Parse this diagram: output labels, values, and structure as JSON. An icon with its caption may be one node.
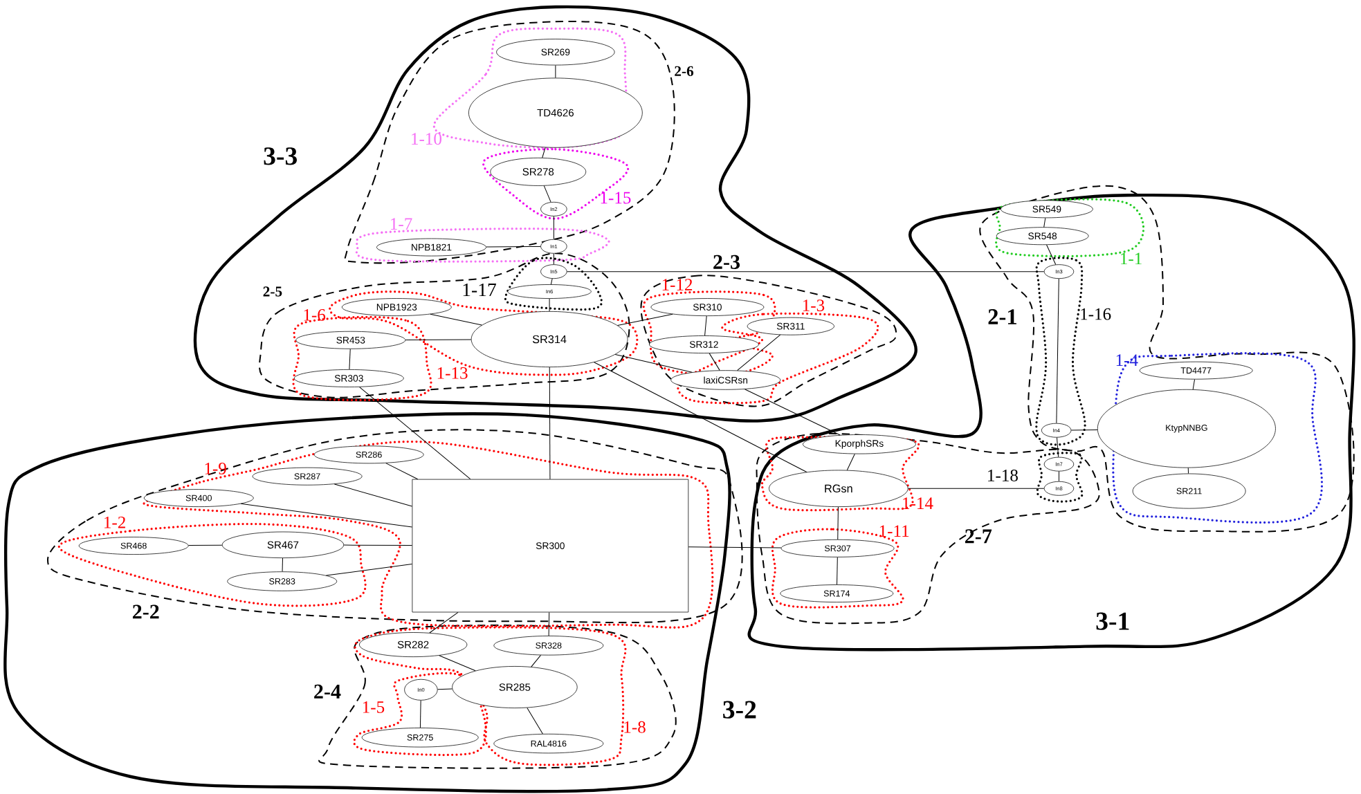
{
  "diagram": {
    "nodes": [
      {
        "text": [
          "SR269"
        ]
      },
      {
        "text": [
          "TD4626"
        ]
      },
      {
        "text": [
          "SR278"
        ]
      },
      {
        "text": [
          "In2"
        ]
      },
      {
        "text": [
          "SR549"
        ]
      },
      {
        "text": [
          "SR548"
        ]
      },
      {
        "text": [
          "In1"
        ]
      },
      {
        "text": [
          "NPB1821"
        ]
      },
      {
        "text": [
          "In5"
        ]
      },
      {
        "text": [
          "In3"
        ]
      },
      {
        "text": [
          "In6"
        ]
      },
      {
        "text": [
          "SR310"
        ]
      },
      {
        "text": [
          "NPB1923"
        ]
      },
      {
        "text": [
          "SR311"
        ]
      },
      {
        "text": [
          "SR314"
        ]
      },
      {
        "text": [
          "SR453"
        ]
      },
      {
        "text": [
          "SR312"
        ]
      },
      {
        "text": [
          "TD4477"
        ]
      },
      {
        "text": [
          "SR303"
        ]
      },
      {
        "text": [
          "laxiCSRsn"
        ]
      },
      {
        "text": [
          "KtypNNBG"
        ]
      },
      {
        "text": [
          "In4"
        ]
      },
      {
        "text": [
          "KporphSRs"
        ]
      },
      {
        "text": [
          "SR286"
        ]
      },
      {
        "text": [
          "In7"
        ]
      },
      {
        "text": [
          "SR287"
        ]
      },
      {
        "text": [
          "SR300"
        ]
      },
      {
        "text": [
          "RGsn"
        ]
      },
      {
        "text": [
          "In8"
        ]
      },
      {
        "text": [
          "SR211"
        ]
      },
      {
        "text": [
          "SR400"
        ]
      },
      {
        "text": [
          "SR468"
        ]
      },
      {
        "text": [
          "SR467"
        ]
      },
      {
        "text": [
          "SR307"
        ]
      },
      {
        "text": [
          "SR283"
        ]
      },
      {
        "text": [
          "SR174"
        ]
      },
      {
        "text": [
          "SR282"
        ]
      },
      {
        "text": [
          "SR328"
        ]
      },
      {
        "text": [
          "In0"
        ]
      },
      {
        "text": [
          "SR285"
        ]
      },
      {
        "text": [
          "SR275"
        ]
      },
      {
        "text": [
          "RAL4816"
        ]
      }
    ],
    "edges": [
      {
        "from": 0,
        "to": 1,
        "arrow": "none"
      },
      {
        "from": 1,
        "to": 2,
        "arrow": "none"
      },
      {
        "from": 2,
        "to": 3,
        "arrow": "none"
      },
      {
        "from": 3,
        "to": 6,
        "arrow": "none"
      },
      {
        "from": 7,
        "to": 6,
        "arrow": "none"
      },
      {
        "from": 6,
        "to": 8,
        "arrow": "none"
      },
      {
        "from": 8,
        "to": 10,
        "arrow": "none"
      },
      {
        "from": 8,
        "to": 9,
        "arrow": "none"
      },
      {
        "from": 10,
        "to": 14,
        "arrow": "none"
      },
      {
        "from": 12,
        "to": 14,
        "arrow": "none"
      },
      {
        "from": 15,
        "to": 14,
        "arrow": "none"
      },
      {
        "from": 15,
        "to": 18,
        "arrow": "none"
      },
      {
        "from": 14,
        "to": 11,
        "arrow": "none"
      },
      {
        "from": 14,
        "to": 19,
        "arrow": "none"
      },
      {
        "from": 11,
        "to": 16,
        "arrow": "none"
      },
      {
        "from": 16,
        "to": 19,
        "arrow": "none"
      },
      {
        "from": 13,
        "to": 19,
        "arrow": "none"
      },
      {
        "from": 14,
        "to": 26,
        "arrow": "none"
      },
      {
        "from": 14,
        "to": 27,
        "arrow": "none"
      },
      {
        "from": 18,
        "to": 26,
        "arrow": "none"
      },
      {
        "from": 19,
        "to": 22,
        "arrow": "none"
      },
      {
        "from": 4,
        "to": 5,
        "arrow": "none"
      },
      {
        "from": 5,
        "to": 9,
        "arrow": "none"
      },
      {
        "from": 9,
        "to": 21,
        "arrow": "none"
      },
      {
        "from": 21,
        "to": 20,
        "arrow": "none"
      },
      {
        "from": 21,
        "to": 24,
        "arrow": "none"
      },
      {
        "from": 24,
        "to": 28,
        "arrow": "none"
      },
      {
        "from": 27,
        "to": 28,
        "arrow": "none"
      },
      {
        "from": 17,
        "to": 20,
        "arrow": "none"
      },
      {
        "from": 20,
        "to": 29,
        "arrow": "none"
      },
      {
        "from": 22,
        "to": 27,
        "arrow": "none"
      },
      {
        "from": 27,
        "to": 33,
        "arrow": "none"
      },
      {
        "from": 33,
        "to": 35,
        "arrow": "none"
      },
      {
        "from": 26,
        "to": 33,
        "arrow": "none"
      },
      {
        "from": 23,
        "to": 26,
        "arrow": "none"
      },
      {
        "from": 25,
        "to": 26,
        "arrow": "none"
      },
      {
        "from": 30,
        "to": 26,
        "arrow": "none"
      },
      {
        "from": 32,
        "to": 26,
        "arrow": "none"
      },
      {
        "from": 34,
        "to": 26,
        "arrow": "none"
      },
      {
        "from": 31,
        "to": 32,
        "arrow": "none"
      },
      {
        "from": 32,
        "to": 34,
        "arrow": "none"
      },
      {
        "from": 26,
        "to": 36,
        "arrow": "none"
      },
      {
        "from": 26,
        "to": 37,
        "arrow": "none"
      },
      {
        "from": 36,
        "to": 39,
        "arrow": "none"
      },
      {
        "from": 37,
        "to": 39,
        "arrow": "none"
      },
      {
        "from": 38,
        "to": 39,
        "arrow": "none"
      },
      {
        "from": 38,
        "to": 40,
        "arrow": "none"
      },
      {
        "from": 39,
        "to": 41,
        "arrow": "none"
      }
    ],
    "labels": [
      "2-6",
      "3-3",
      "1-10",
      "1-15",
      "1-7",
      "2-3",
      "1-1",
      "2-5",
      "1-17",
      "1-12",
      "1-3",
      "1-6",
      "2-1",
      "1-16",
      "1-4",
      "1-13",
      "1-9",
      "1-18",
      "1-14",
      "1-2",
      "1-11",
      "2-7",
      "2-2",
      "3-1",
      "2-4",
      "1-5",
      "3-2",
      "1-8"
    ]
  }
}
